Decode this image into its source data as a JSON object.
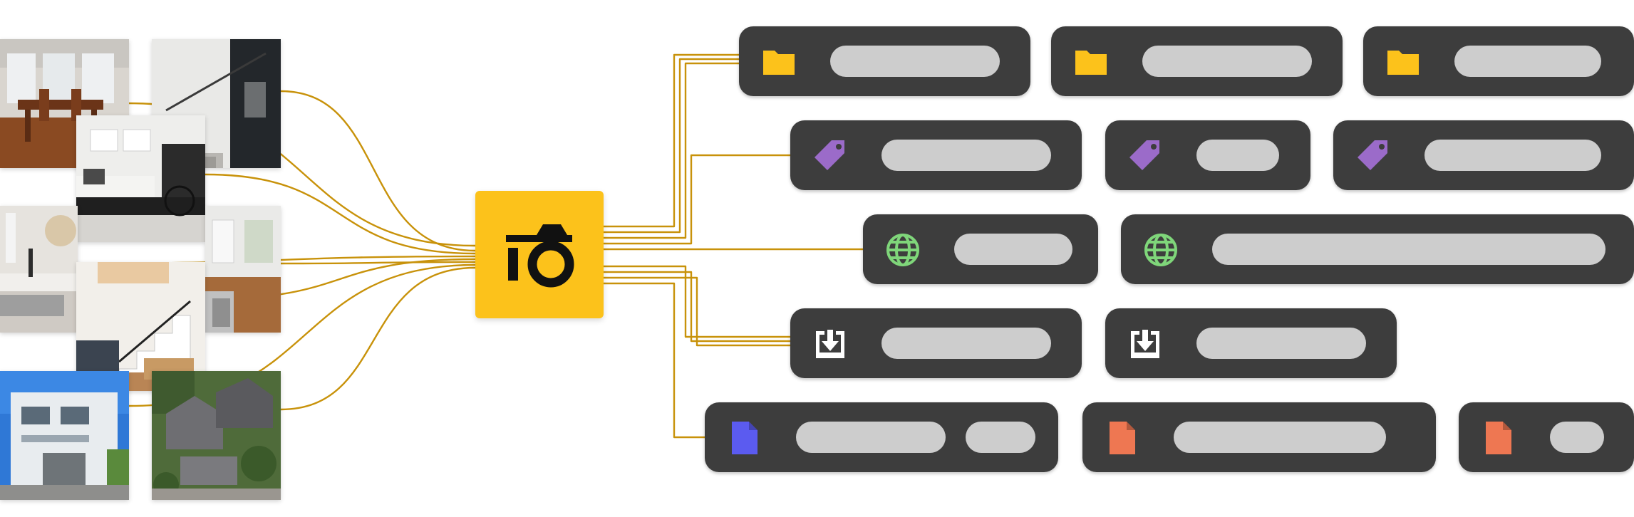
{
  "colors": {
    "background": "#ffffff",
    "link": "#c8920a",
    "hub": "#fcc21b",
    "hub_glyph": "#111111",
    "card": "#3d3d3d",
    "pill": "#cdcdcd",
    "folder": "#fcc21b",
    "tag": "#9b6bc9",
    "globe": "#7fd67a",
    "download": "#ffffff",
    "file_blue": "#5b5bf0",
    "file_orange": "#ee7752"
  },
  "hub": {
    "icon": "camera-io-logo-icon"
  },
  "photos": [
    {
      "subject": "dining-room"
    },
    {
      "subject": "staircase"
    },
    {
      "subject": "living-room"
    },
    {
      "subject": "bedroom"
    },
    {
      "subject": "interior-floor"
    },
    {
      "subject": "loft-staircase"
    },
    {
      "subject": "modern-building"
    },
    {
      "subject": "aerial-houses"
    }
  ],
  "rows": [
    {
      "category": "folder",
      "icon": "folder-icon",
      "cards": [
        {
          "pills": 1
        },
        {
          "pills": 1
        },
        {
          "pills": 1
        }
      ]
    },
    {
      "category": "tag",
      "icon": "tag-icon",
      "cards": [
        {
          "pills": 1
        },
        {
          "pills": 1
        },
        {
          "pills": 1
        }
      ]
    },
    {
      "category": "globe",
      "icon": "globe-icon",
      "cards": [
        {
          "pills": 1
        },
        {
          "pills": 1
        }
      ]
    },
    {
      "category": "download",
      "icon": "download-icon",
      "cards": [
        {
          "pills": 1
        },
        {
          "pills": 1
        }
      ]
    },
    {
      "category": "file",
      "icon": "file-icon",
      "cards": [
        {
          "pills": 2,
          "color": "file_blue"
        },
        {
          "pills": 1,
          "color": "file_orange"
        },
        {
          "pills": 1,
          "color": "file_orange"
        }
      ]
    }
  ]
}
